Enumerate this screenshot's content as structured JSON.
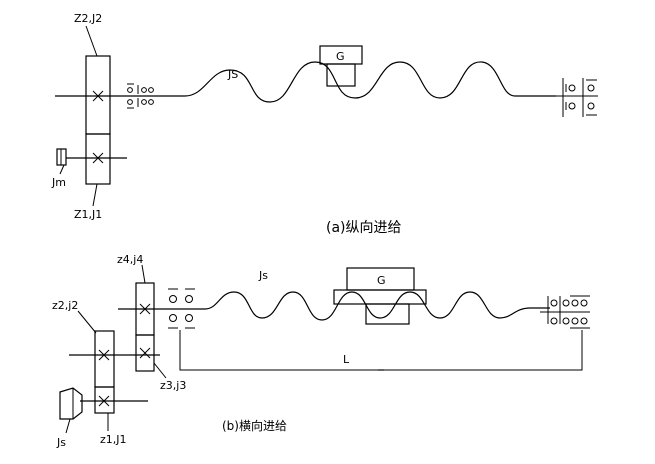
{
  "diagram_a": {
    "gear_top_label": "Z2,J2",
    "gear_bottom_label": "Z1,J1",
    "motor_label": "Jm",
    "screw_label": "JS",
    "table_label": "G",
    "caption": "(a)纵向进给"
  },
  "diagram_b": {
    "gear_a_label": "z4,j4",
    "gear_b_label": "z2,j2",
    "gear_c_label": "z3,j3",
    "gear_d_label": "z1,J1",
    "motor_label": "Js",
    "screw_label": "Js",
    "table_label": "G",
    "length_label": "L",
    "caption": "(b)横向进给"
  }
}
